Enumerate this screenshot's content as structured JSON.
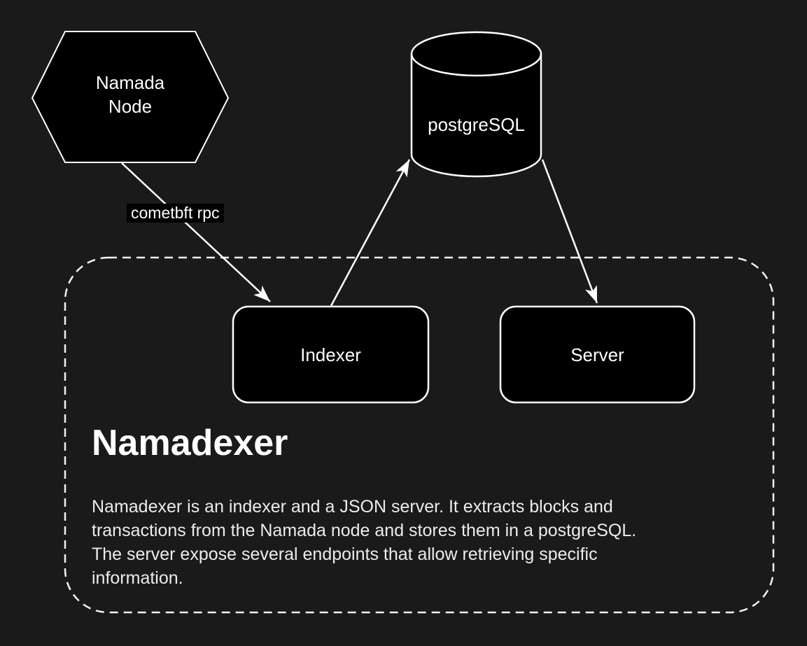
{
  "colors": {
    "background": "#1a1a1a",
    "shape_fill": "#000000",
    "stroke": "#ffffff",
    "text": "#ffffff",
    "description_text": "#ececec"
  },
  "nodes": {
    "namada_node": {
      "shape": "hexagon",
      "lines": [
        "Namada",
        "Node"
      ]
    },
    "postgresql": {
      "shape": "cylinder",
      "label": "postgreSQL"
    },
    "indexer": {
      "shape": "rounded-rect",
      "label": "Indexer"
    },
    "server": {
      "shape": "rounded-rect",
      "label": "Server"
    }
  },
  "edges": [
    {
      "from": "namada_node",
      "to": "indexer",
      "label": "cometbft rpc"
    },
    {
      "from": "indexer",
      "to": "postgresql"
    },
    {
      "from": "postgresql",
      "to": "server"
    }
  ],
  "group": {
    "title": "Namadexer",
    "description_lines": [
      "Namadexer is an indexer and a JSON server. It extracts blocks and",
      "transactions from the Namada node and stores them in a postgreSQL.",
      "The server expose several endpoints that allow retrieving specific",
      "information."
    ]
  }
}
